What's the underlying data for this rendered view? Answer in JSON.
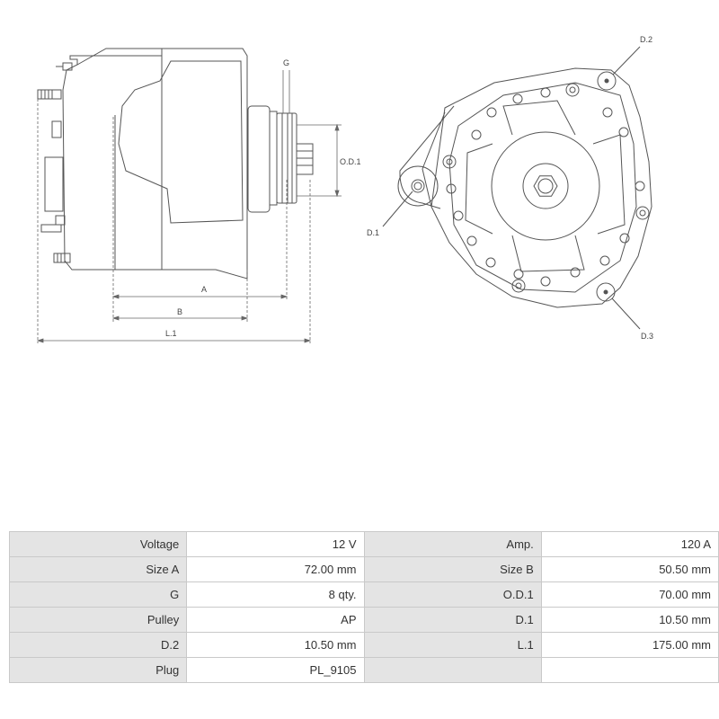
{
  "drawing": {
    "labels": {
      "g": "G",
      "od1": "O.D.1",
      "a": "A",
      "b": "B",
      "l1": "L.1",
      "d1": "D.1",
      "d2": "D.2",
      "d3": "D.3"
    }
  },
  "specs": [
    {
      "label": "Voltage",
      "value": "12 V",
      "label2": "Amp.",
      "value2": "120 A"
    },
    {
      "label": "Size A",
      "value": "72.00 mm",
      "label2": "Size B",
      "value2": "50.50 mm"
    },
    {
      "label": "G",
      "value": "8 qty.",
      "label2": "O.D.1",
      "value2": "70.00 mm"
    },
    {
      "label": "Pulley",
      "value": "AP",
      "label2": "D.1",
      "value2": "10.50 mm"
    },
    {
      "label": "D.2",
      "value": "10.50 mm",
      "label2": "L.1",
      "value2": "175.00 mm"
    },
    {
      "label": "Plug",
      "value": "PL_9105",
      "label2": "",
      "value2": ""
    }
  ]
}
